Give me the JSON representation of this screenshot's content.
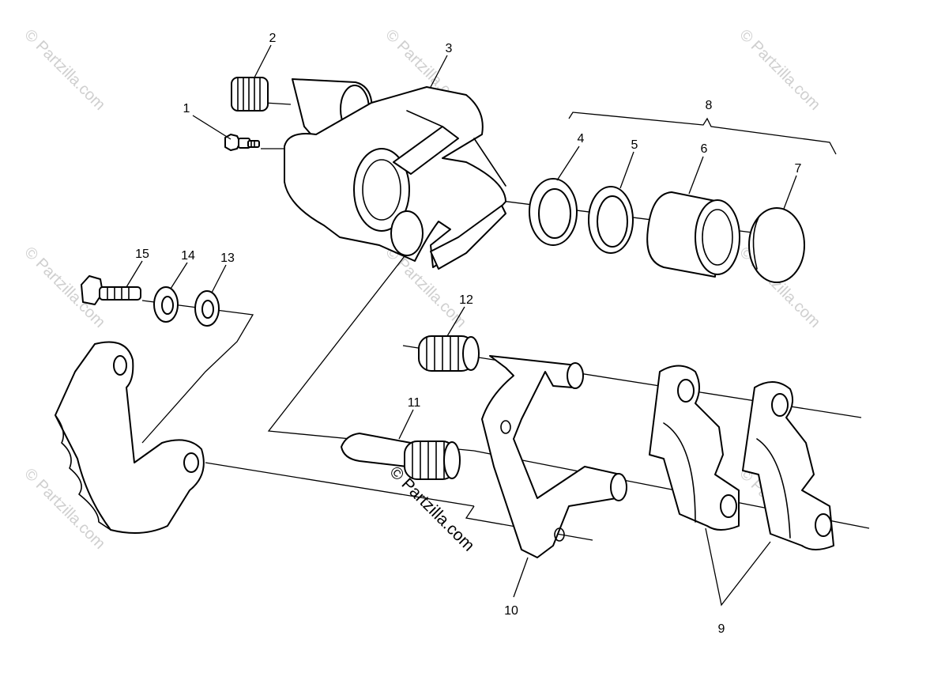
{
  "watermark": {
    "text": "© Partzilla.com",
    "color": "#cfcfcf"
  },
  "labels": {
    "p1": "1",
    "p2": "2",
    "p3": "3",
    "p4": "4",
    "p5": "5",
    "p6": "6",
    "p7": "7",
    "p8": "8",
    "p9": "9",
    "p10": "10",
    "p11": "11",
    "p12": "12",
    "p13": "13",
    "p14": "14",
    "p15": "15"
  },
  "colors": {
    "line": "#000000",
    "background": "#ffffff"
  }
}
